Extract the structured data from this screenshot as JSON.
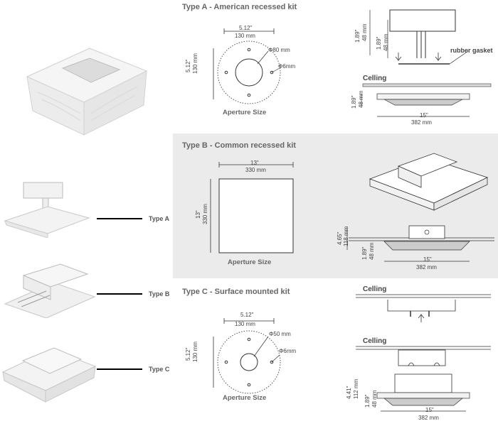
{
  "sections": {
    "a_title": "Type A - American recessed kit",
    "b_title": "Type B - Common recessed kit",
    "c_title": "Type C - Surface mounted kit"
  },
  "left_labels": {
    "a": "Type A",
    "b": "Type B",
    "c": "Type C"
  },
  "aperture_label": "Aperture Size",
  "ceiling_label": "Celling",
  "gasket_label": "rubber gasket",
  "dims": {
    "in_512": "5.12\"",
    "mm_130": "130 mm",
    "d80": "Φ80 mm",
    "d6": "Φ6mm",
    "d50": "Φ50 mm",
    "in_13": "13\"",
    "mm_330": "330 mm",
    "in_189": "1.89\"",
    "mm_48": "48 mm",
    "in_15": "15\"",
    "mm_382": "382 mm",
    "in_465": "4.65\"",
    "mm_118": "118 mm",
    "in_441": "4.41\"",
    "mm_112": "112 mm"
  }
}
